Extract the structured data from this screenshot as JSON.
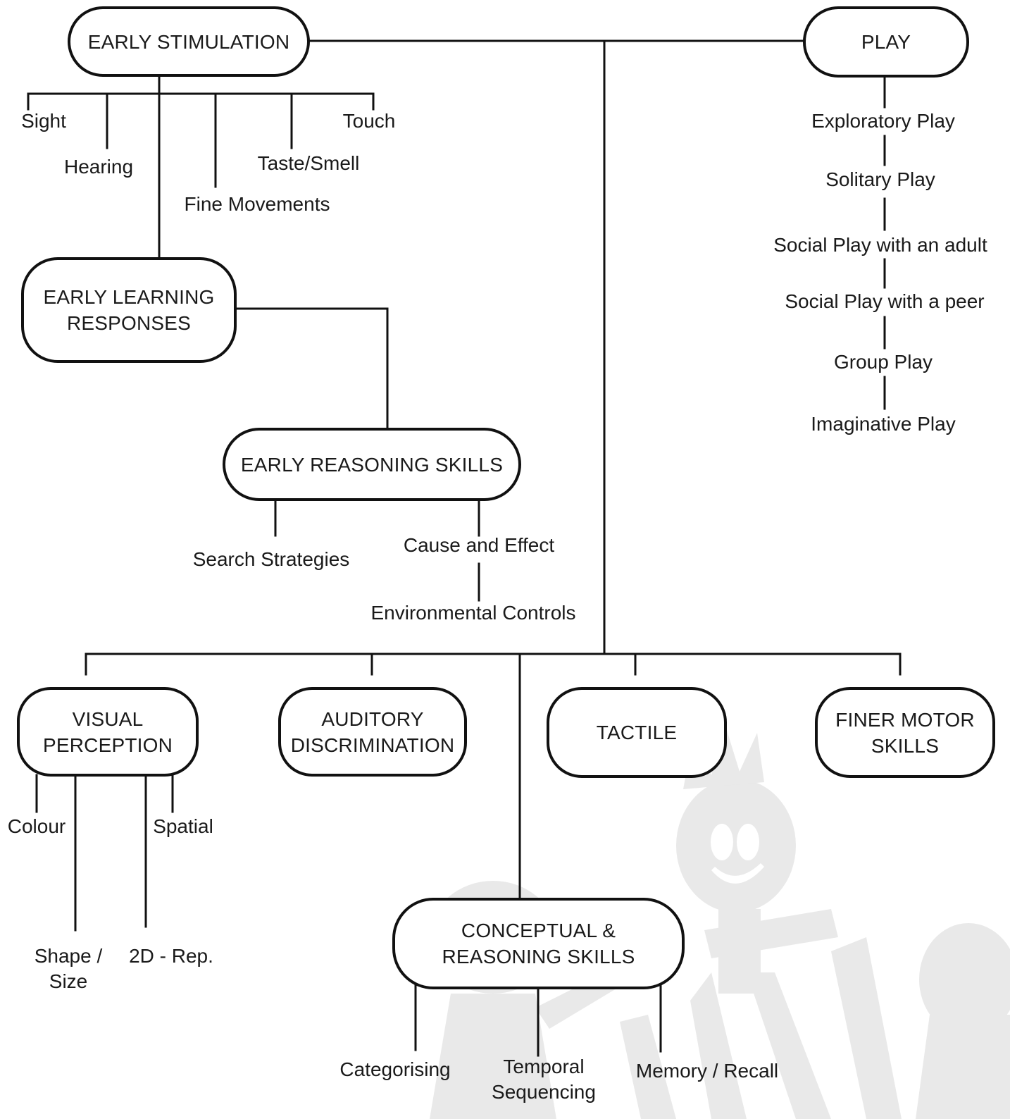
{
  "nodes": {
    "early_stimulation": "EARLY STIMULATION",
    "play": "PLAY",
    "early_learning": [
      "EARLY LEARNING",
      "RESPONSES"
    ],
    "early_reasoning": "EARLY REASONING SKILLS",
    "visual_perception": [
      "VISUAL",
      "PERCEPTION"
    ],
    "auditory": [
      "AUDITORY",
      "DISCRIMINATION"
    ],
    "tactile": "TACTILE",
    "finer_motor": [
      "FINER MOTOR",
      "SKILLS"
    ],
    "conceptual": [
      "CONCEPTUAL &",
      "REASONING SKILLS"
    ]
  },
  "senses": {
    "sight": "Sight",
    "hearing": "Hearing",
    "fine_movements": "Fine Movements",
    "taste_smell": "Taste/Smell",
    "touch": "Touch"
  },
  "play_types": [
    "Exploratory Play",
    "Solitary Play",
    "Social Play with an adult",
    "Social Play with a peer",
    "Group Play",
    "Imaginative Play"
  ],
  "reasoning_items": {
    "search": "Search Strategies",
    "cause": "Cause and Effect",
    "environmental": "Environmental Controls"
  },
  "visual_items": {
    "colour": "Colour",
    "spatial": "Spatial",
    "shape_size": [
      "Shape /",
      "Size"
    ],
    "rep_2d": "2D - Rep."
  },
  "conceptual_items": {
    "categorising": "Categorising",
    "temporal": [
      "Temporal",
      "Sequencing"
    ],
    "memory": "Memory / Recall"
  },
  "colors": {
    "line": "#111111",
    "text": "#1a1a1a",
    "watermark": "#e9e9e9"
  }
}
